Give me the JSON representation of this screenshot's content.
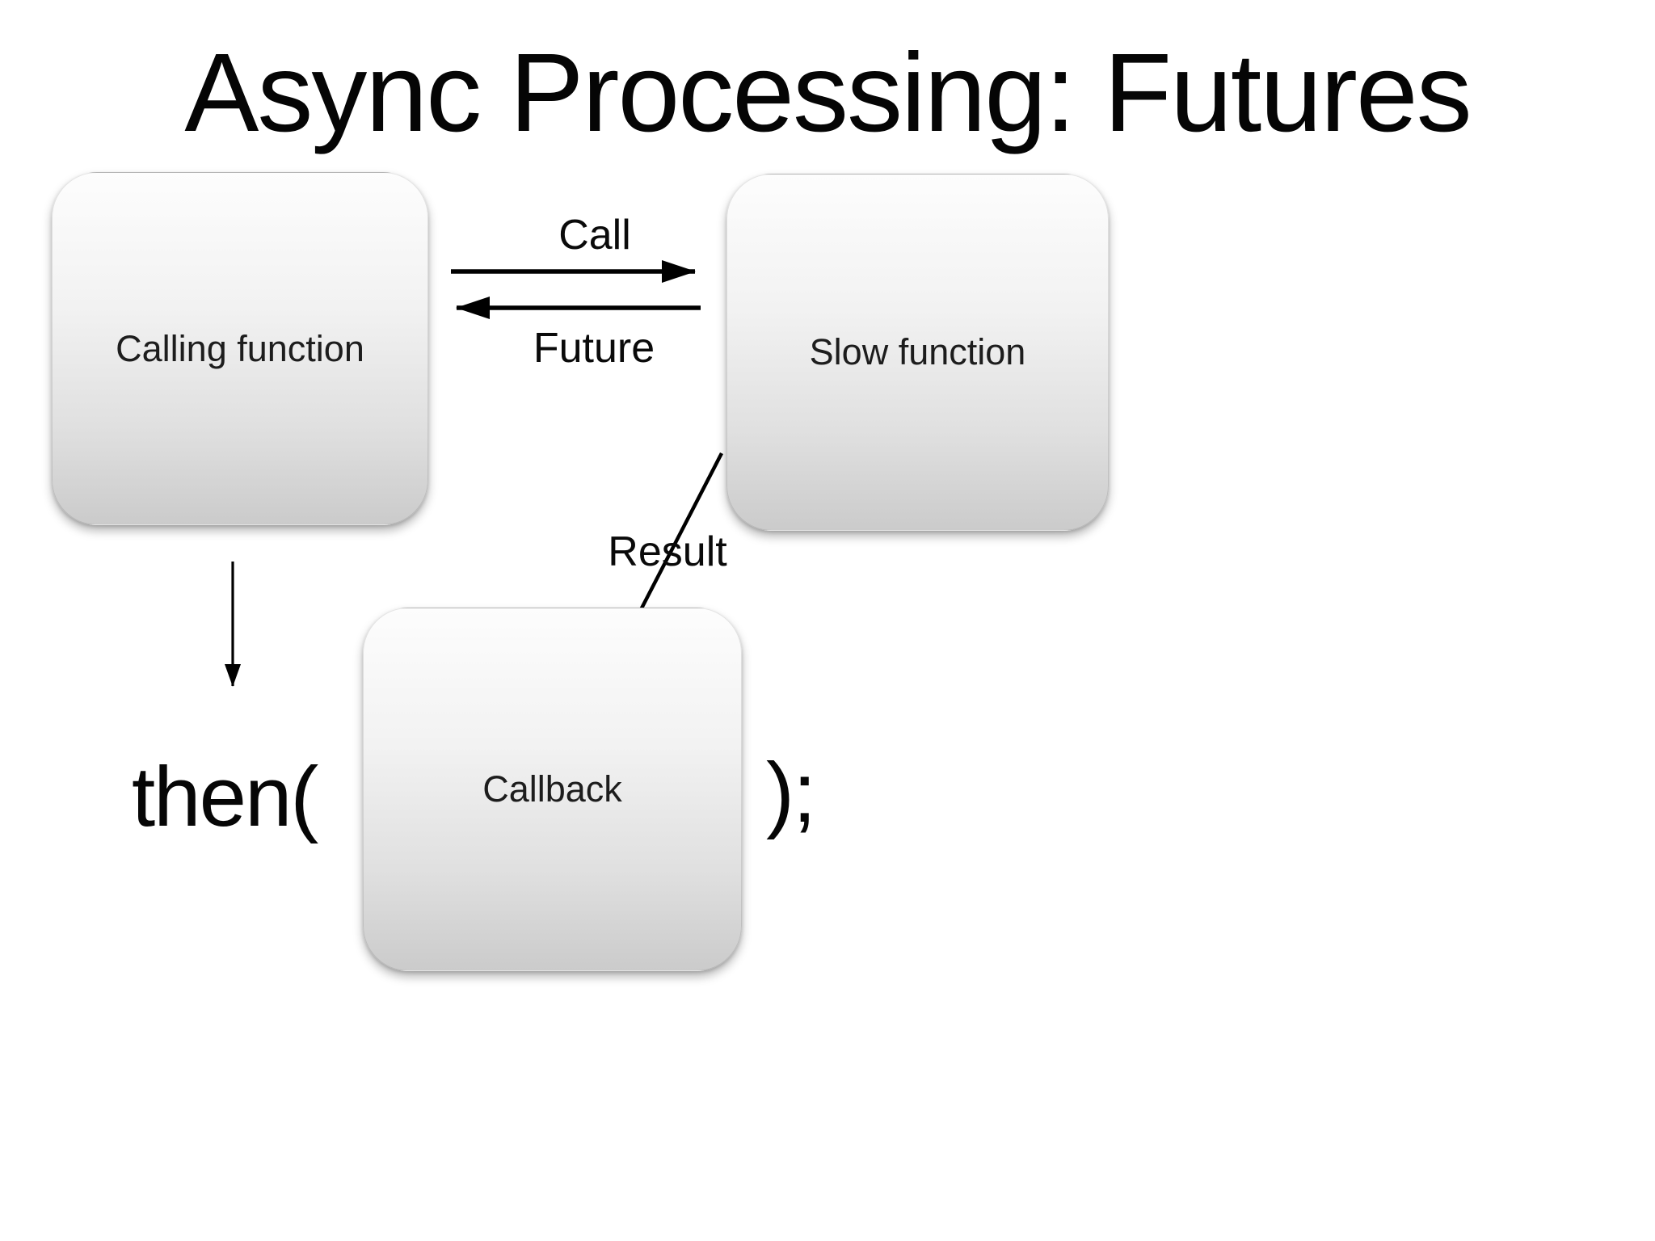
{
  "slide": {
    "title": "Async Processing: Futures",
    "background_color": "#ffffff",
    "title_color": "#050505"
  },
  "diagram": {
    "boxes": [
      {
        "id": "calling-function",
        "label": "Calling function"
      },
      {
        "id": "slow-function",
        "label": "Slow function"
      },
      {
        "id": "callback",
        "label": "Callback"
      }
    ],
    "arrows": [
      {
        "id": "call",
        "label": "Call",
        "from": "calling-function",
        "to": "slow-function",
        "direction": "right"
      },
      {
        "id": "future",
        "label": "Future",
        "from": "slow-function",
        "to": "calling-function",
        "direction": "left"
      },
      {
        "id": "result",
        "label": "Result",
        "from": "slow-function",
        "to": "callback",
        "direction": "down-left"
      },
      {
        "id": "then",
        "label": "",
        "from": "calling-function",
        "to": "then-expression",
        "direction": "down"
      }
    ],
    "arrow_color": "#000000",
    "box_gradient_top": "#fdfdfd",
    "box_gradient_bottom": "#cbcbcb"
  },
  "code": {
    "prefix": "then(",
    "suffix": ");"
  }
}
